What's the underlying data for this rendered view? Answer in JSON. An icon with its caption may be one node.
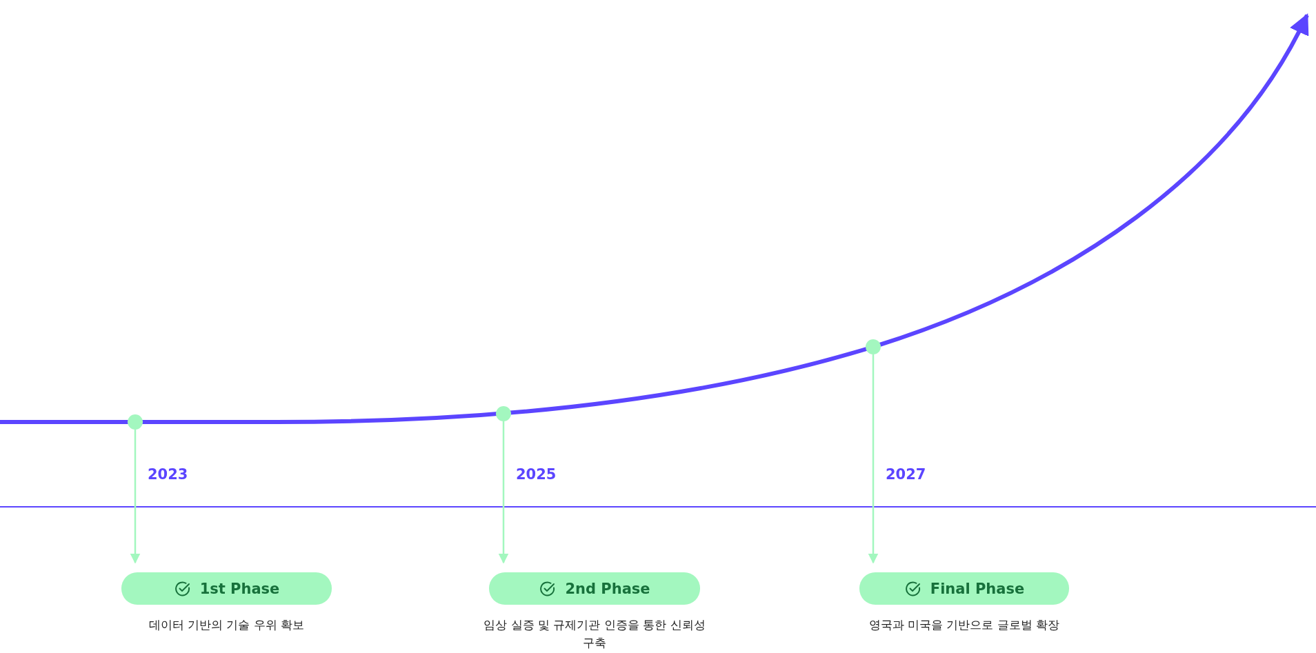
{
  "diagram": {
    "nodes": [
      {
        "text": [],
        "shape": "circle"
      },
      {
        "text": [
          "1st Phase"
        ],
        "beside": [
          "데이터 기반의 기술 우위 확보"
        ]
      },
      {
        "text": [],
        "shape": "circle"
      },
      {
        "text": [
          "2nd Phase"
        ],
        "beside": [
          "임상 실증 및 규제기관 인증을 통한 신뢰성 구축"
        ]
      },
      {
        "text": [],
        "shape": "circle"
      },
      {
        "text": [
          "Final Phase"
        ],
        "beside": [
          "영국과 미국을 기반으로 글로벌 확장"
        ]
      }
    ],
    "edges": [
      {
        "from": 0,
        "to": 1,
        "arrow": "to",
        "label": "2023"
      },
      {
        "from": 2,
        "to": 3,
        "arrow": "to",
        "label": "2025"
      },
      {
        "from": 4,
        "to": 5,
        "arrow": "to",
        "label": "2027"
      }
    ]
  }
}
